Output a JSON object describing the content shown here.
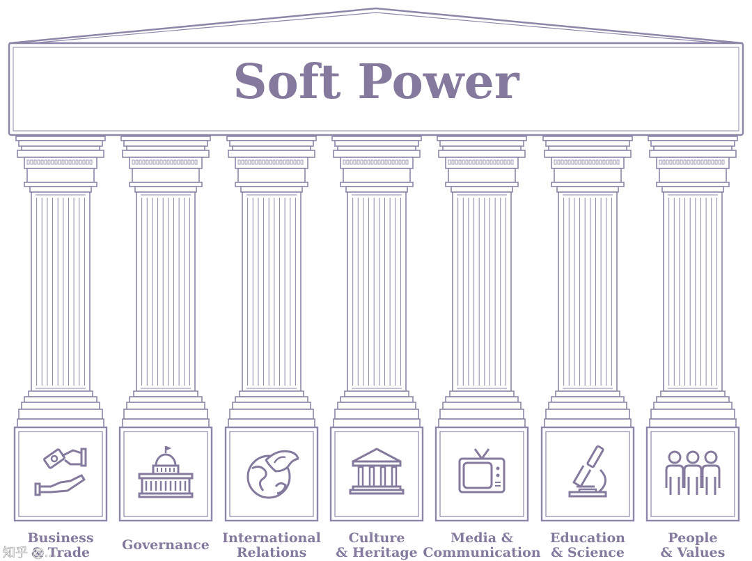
{
  "title": "Soft Power",
  "pillars": [
    {
      "line1": "Business",
      "line2": "& Trade",
      "icon": "handshake-money-icon"
    },
    {
      "line1": "Governance",
      "line2": "",
      "icon": "capitol-building-icon"
    },
    {
      "line1": "International",
      "line2": "Relations",
      "icon": "globe-dove-icon"
    },
    {
      "line1": "Culture",
      "line2": "& Heritage",
      "icon": "temple-icon"
    },
    {
      "line1": "Media &",
      "line2": "Communication",
      "icon": "television-icon"
    },
    {
      "line1": "Education",
      "line2": "& Science",
      "icon": "microscope-icon"
    },
    {
      "line1": "People",
      "line2": "& Values",
      "icon": "people-group-icon"
    }
  ],
  "watermark": "知乎 @..."
}
